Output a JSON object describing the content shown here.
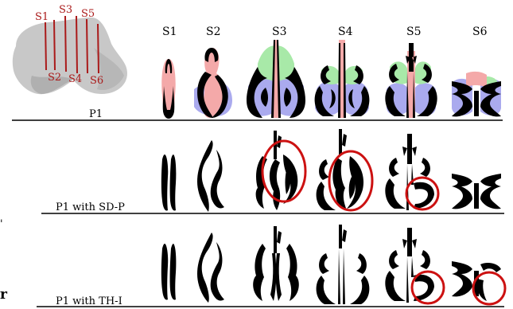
{
  "figure": {
    "inset": {
      "slice_labels_top": [
        "S1",
        "S3",
        "S5"
      ],
      "slice_labels_bottom": [
        "S2",
        "S4",
        "S6"
      ]
    },
    "columns": [
      "S1",
      "S2",
      "S3",
      "S4",
      "S5",
      "S6"
    ],
    "rows": [
      {
        "label": "P1"
      },
      {
        "label": "P1 with SD-P"
      },
      {
        "label": "P1 with TH-I"
      }
    ],
    "stray_chars": {
      "left_dot": "'",
      "left_r": "r"
    },
    "colors": {
      "septum": "#f4a9a9",
      "upper_region": "#a8e9a8",
      "lower_region": "#aaaaee",
      "tissue": "#000000",
      "highlight_circle": "#cc1111",
      "inset_lines": "#aa1a1a",
      "inset_head": "#c8c8c8"
    }
  }
}
